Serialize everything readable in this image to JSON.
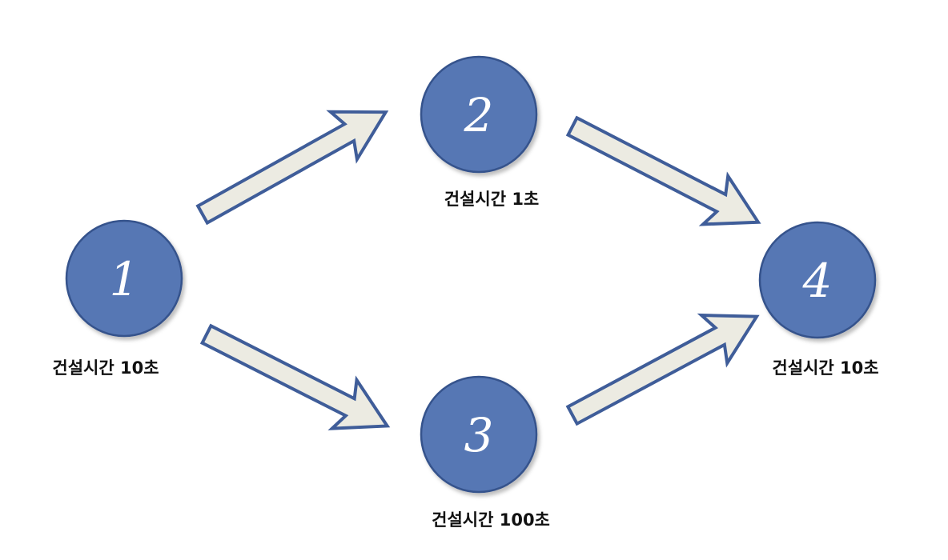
{
  "colors": {
    "node_fill": "#5677b4",
    "node_stroke": "#36528c",
    "arrow_fill": "#ecebe2",
    "arrow_stroke": "#3f5d99",
    "text": "#111111"
  },
  "nodes": [
    {
      "number": "1",
      "label": "건설시간 10초"
    },
    {
      "number": "2",
      "label": "건설시간 1초"
    },
    {
      "number": "3",
      "label": "건설시간 100초"
    },
    {
      "number": "4",
      "label": "건설시간 10초"
    }
  ],
  "edges": [
    {
      "from": "1",
      "to": "2"
    },
    {
      "from": "1",
      "to": "3"
    },
    {
      "from": "2",
      "to": "4"
    },
    {
      "from": "3",
      "to": "4"
    }
  ]
}
